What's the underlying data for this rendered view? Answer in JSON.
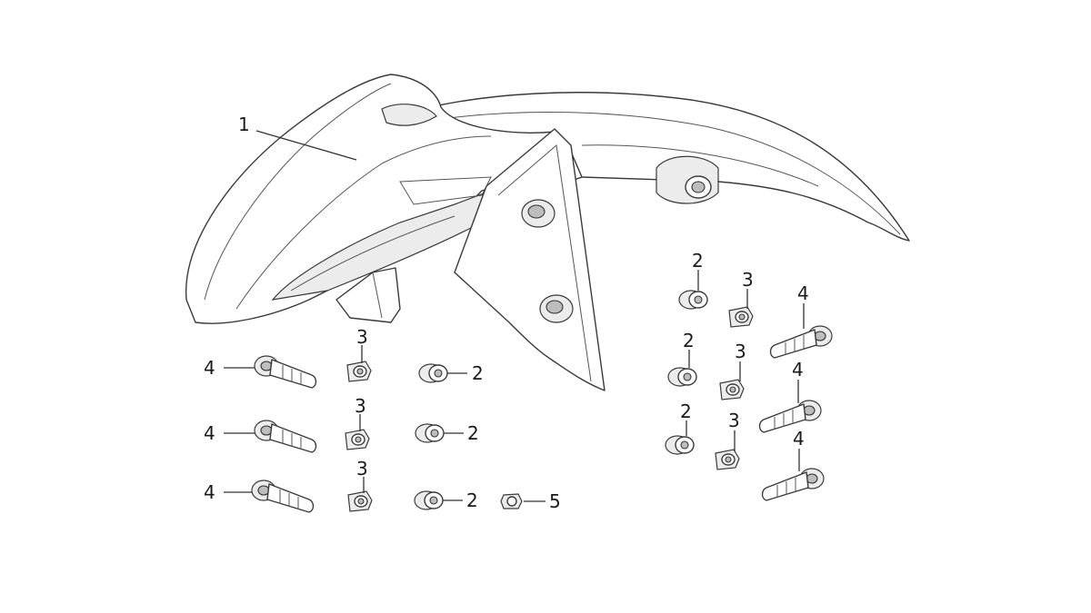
{
  "diagram": {
    "callouts": {
      "fender": "1",
      "grommet": "2",
      "clip_nut": "3",
      "bolt": "4",
      "nut": "5"
    }
  },
  "colors": {
    "ink": "#3a3a3a",
    "background": "#ffffff"
  }
}
